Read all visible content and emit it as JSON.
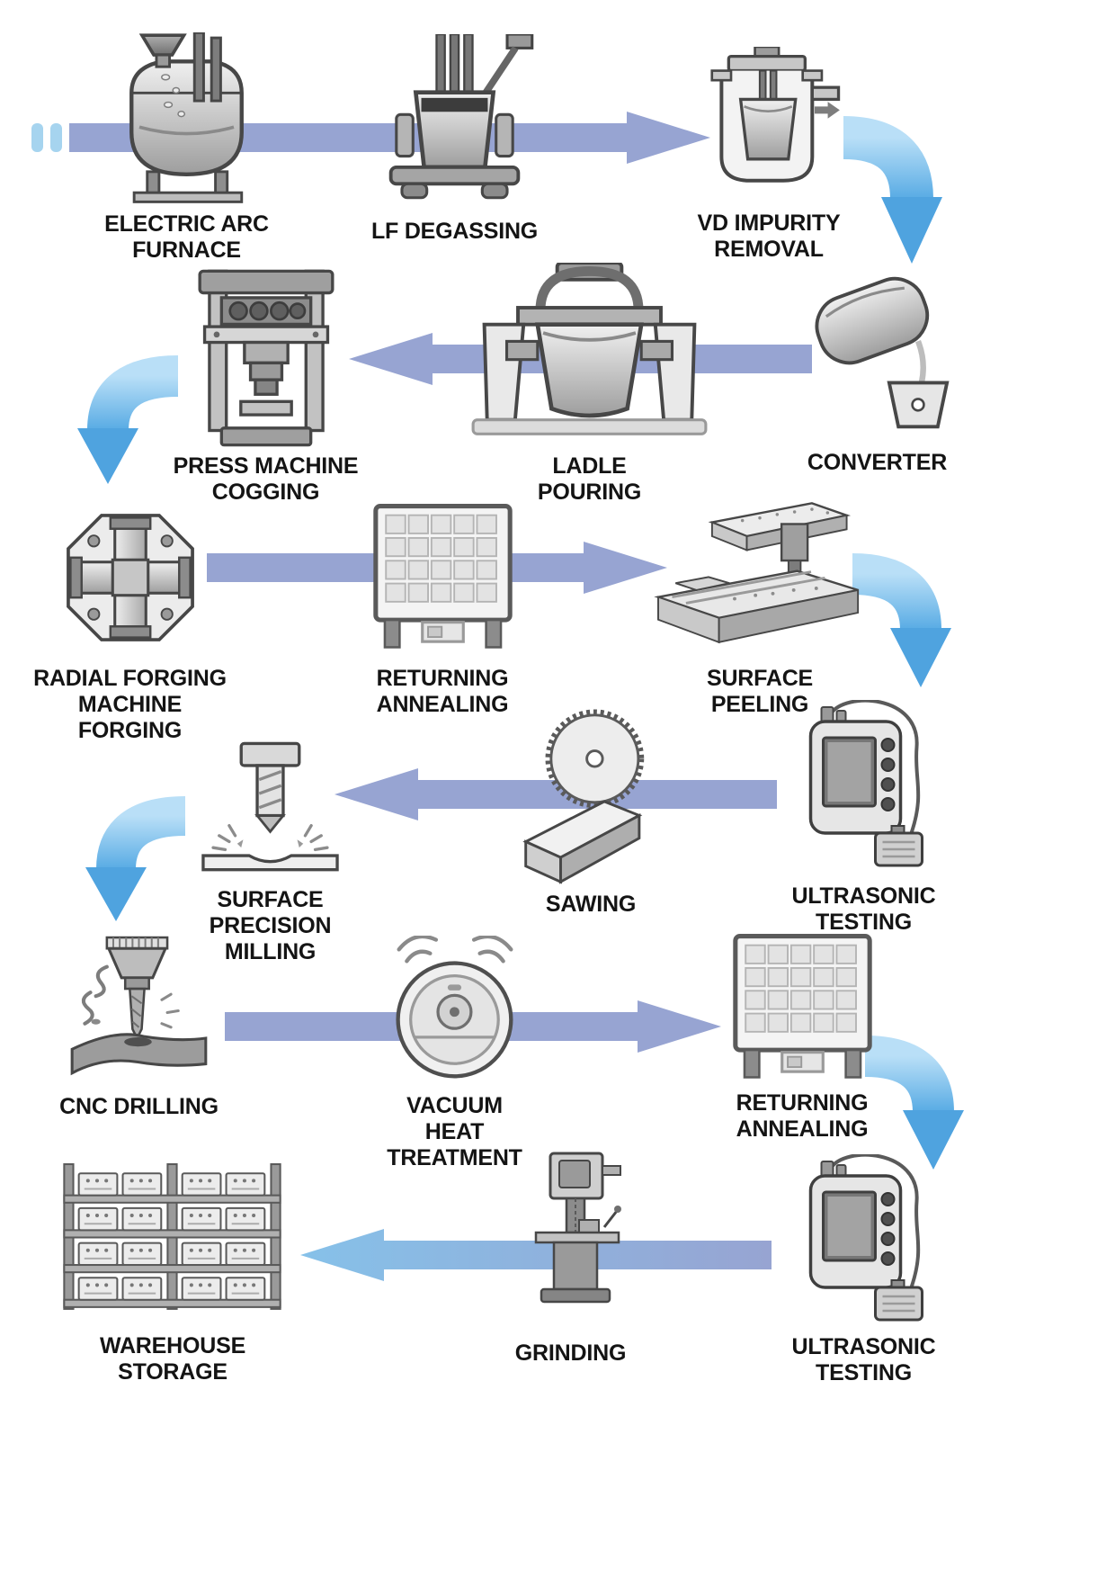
{
  "diagram": {
    "background": "#ffffff",
    "colors": {
      "horizontal_arrow": "#97a4d2",
      "start_dash": "#a6d4ef",
      "curve_arrow_light": "#b9dff7",
      "curve_arrow_dark": "#58abe4",
      "label_text": "#141414"
    },
    "stages": [
      {
        "id": "electric-arc-furnace",
        "label": "ELECTRIC ARC\nFURNACE"
      },
      {
        "id": "lf-degassing",
        "label": "LF DEGASSING"
      },
      {
        "id": "vd-impurity-removal",
        "label": "VD IMPURITY\nREMOVAL"
      },
      {
        "id": "converter",
        "label": "CONVERTER"
      },
      {
        "id": "ladle-pouring",
        "label": "LADLE\nPOURING"
      },
      {
        "id": "press-machine-cogging",
        "label": "PRESS MACHINE\nCOGGING"
      },
      {
        "id": "radial-forging",
        "label": "RADIAL FORGING\nMACHINE FORGING"
      },
      {
        "id": "returning-annealing-1",
        "label": "RETURNING\nANNEALING"
      },
      {
        "id": "surface-peeling",
        "label": "SURFACE\nPEELING"
      },
      {
        "id": "ultrasonic-testing-1",
        "label": "ULTRASONIC\nTESTING"
      },
      {
        "id": "sawing",
        "label": "SAWING"
      },
      {
        "id": "surface-precision-milling",
        "label": "SURFACE PRECISION\nMILLING"
      },
      {
        "id": "cnc-drilling",
        "label": "CNC DRILLING"
      },
      {
        "id": "vacuum-heat-treatment",
        "label": "VACUUM\nHEAT TREATMENT"
      },
      {
        "id": "returning-annealing-2",
        "label": "RETURNING\nANNEALING"
      },
      {
        "id": "ultrasonic-testing-2",
        "label": "ULTRASONIC\nTESTING"
      },
      {
        "id": "grinding",
        "label": "GRINDING"
      },
      {
        "id": "warehouse-storage",
        "label": "WAREHOUSE\nSTORAGE"
      }
    ],
    "flow_order": [
      "electric-arc-furnace",
      "lf-degassing",
      "vd-impurity-removal",
      "converter",
      "ladle-pouring",
      "press-machine-cogging",
      "radial-forging",
      "returning-annealing-1",
      "surface-peeling",
      "ultrasonic-testing-1",
      "sawing",
      "surface-precision-milling",
      "cnc-drilling",
      "vacuum-heat-treatment",
      "returning-annealing-2",
      "ultrasonic-testing-2",
      "grinding",
      "warehouse-storage"
    ]
  }
}
